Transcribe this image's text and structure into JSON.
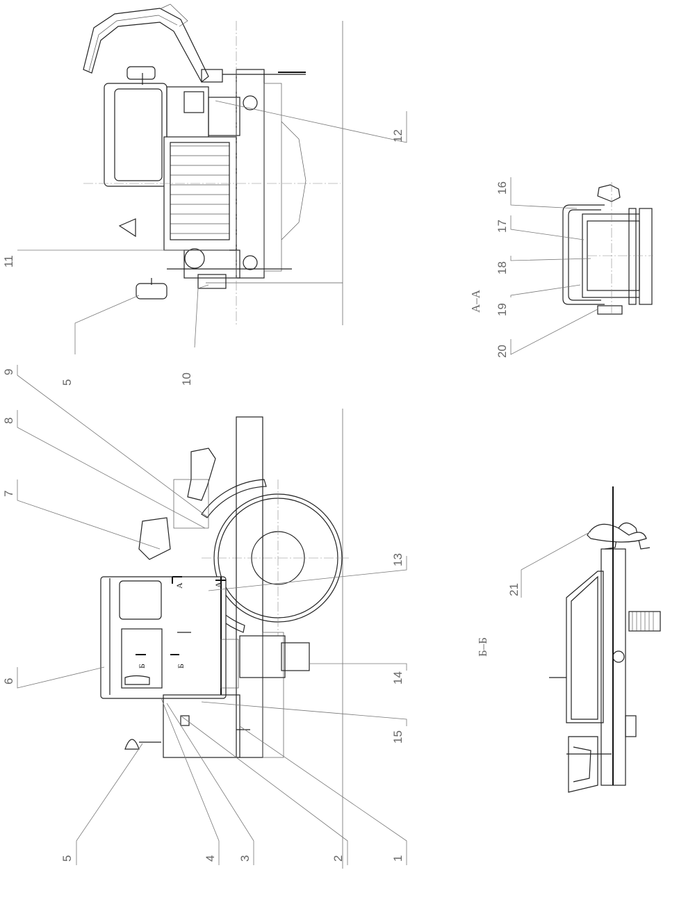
{
  "callouts": [
    {
      "id": "c1",
      "text": "1"
    },
    {
      "id": "c2",
      "text": "2"
    },
    {
      "id": "c3",
      "text": "3"
    },
    {
      "id": "c4",
      "text": "4"
    },
    {
      "id": "c5a",
      "text": "5"
    },
    {
      "id": "c5b",
      "text": "5"
    },
    {
      "id": "c6",
      "text": "6"
    },
    {
      "id": "c7",
      "text": "7"
    },
    {
      "id": "c8",
      "text": "8"
    },
    {
      "id": "c9",
      "text": "9"
    },
    {
      "id": "c10",
      "text": "10"
    },
    {
      "id": "c11",
      "text": "11"
    },
    {
      "id": "c12",
      "text": "12"
    },
    {
      "id": "c13",
      "text": "13"
    },
    {
      "id": "c14",
      "text": "14"
    },
    {
      "id": "c15",
      "text": "15"
    },
    {
      "id": "c16",
      "text": "16"
    },
    {
      "id": "c17",
      "text": "17"
    },
    {
      "id": "c18",
      "text": "18"
    },
    {
      "id": "c19",
      "text": "19"
    },
    {
      "id": "c20",
      "text": "20"
    },
    {
      "id": "c21",
      "text": "21"
    }
  ],
  "sections": {
    "aa_title": "А–А",
    "bb_title": "Б–Б"
  },
  "marks": {
    "a": "А",
    "b": "Б"
  }
}
